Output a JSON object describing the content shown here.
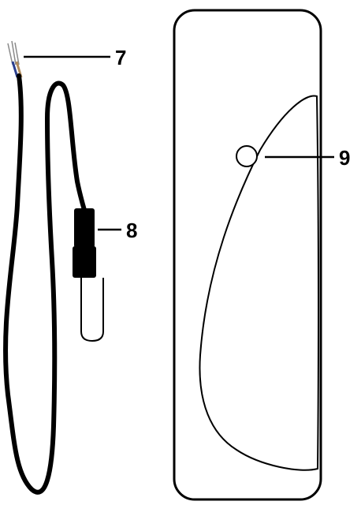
{
  "callouts": {
    "wire_ends": "7",
    "probe_sleeve": "8",
    "mount_hole": "9"
  },
  "colors": {
    "ink": "#000000",
    "background": "#ffffff",
    "wire_tip_blue": "#2a3f8f",
    "wire_tip_copper": "#b08a5a"
  }
}
